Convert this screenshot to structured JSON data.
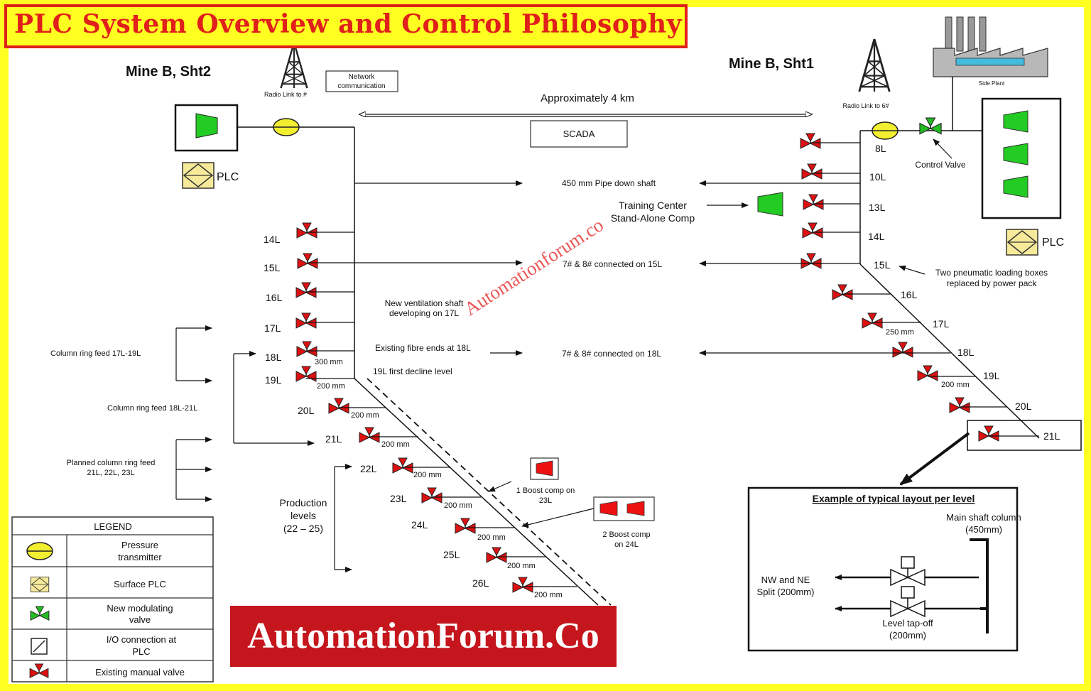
{
  "title": "PLC System Overview and Control Philosophy",
  "brand": "AutomationForum.Co",
  "watermark": "Automationforum.co",
  "colors": {
    "title_red": "#e0201a",
    "frame_yellow": "#ffff22",
    "brand_red": "#c4161c",
    "compressor_green": "#22cc22",
    "compressor_red": "#ee1111",
    "valve_red": "#dd1111",
    "modulating_valve_green": "#22bb22",
    "transmitter_yellow": "#f2ee30",
    "plc_yellow": "#f6ea9a"
  },
  "diagram": {
    "left": {
      "mine_label": "Mine B, Sht2",
      "radio_label": "Radio Link to #",
      "network_label": [
        "Network",
        "communication"
      ],
      "plc_label": "PLC",
      "levels": [
        "14L",
        "15L",
        "16L",
        "17L",
        "18L",
        "19L",
        "20L",
        "21L",
        "22L",
        "23L",
        "24L",
        "25L",
        "26L"
      ],
      "pipe_sizes": [
        "300 mm",
        "200 mm",
        "200 mm",
        "200 mm",
        "200 mm",
        "200 mm",
        "200 mm",
        "200 mm",
        "200 mm"
      ],
      "ring_feed_1": "Column ring feed 17L-19L",
      "ring_feed_2": "Column ring feed 18L-21L",
      "ring_feed_3": [
        "Planned column ring feed",
        "21L, 22L, 23L"
      ],
      "production_levels": [
        "Production",
        "levels",
        "(22 – 25)"
      ],
      "ventilation_note": [
        "New ventilation shaft",
        "developing on 17L"
      ],
      "fibre_note": "Existing fibre ends at 18L",
      "decline_note": "19L first decline level",
      "boost_1": [
        "1 Boost comp on",
        "23L"
      ],
      "boost_2": [
        "2 Boost comp",
        "on 24L"
      ]
    },
    "center": {
      "distance_label": "Approximately 4 km",
      "scada_label": "SCADA",
      "pipe_note": "450 mm Pipe down shaft",
      "training_center": [
        "Training Center",
        "Stand-Alone Comp"
      ],
      "link_15": "7# & 8# connected on 15L",
      "link_18": "7# & 8# connected on 18L"
    },
    "right": {
      "mine_label": "Mine B, Sht1",
      "radio_label": "Radio Link to 6#",
      "plant_label": "Side Plant",
      "control_valve_label": "Control Valve",
      "plc_label": "PLC",
      "levels": [
        "8L",
        "10L",
        "13L",
        "14L",
        "15L",
        "16L",
        "17L",
        "18L",
        "19L",
        "20L",
        "21L"
      ],
      "pipe_sizes": [
        "250 mm",
        "200 mm"
      ],
      "loading_note": [
        "Two pneumatic loading boxes",
        "replaced by power pack"
      ]
    },
    "example": {
      "title": "Example of typical layout per level",
      "main_column": [
        "Main shaft column",
        "(450mm)"
      ],
      "split": [
        "NW and NE",
        "Split (200mm)"
      ],
      "tap_off": [
        "Level tap-off",
        "(200mm)"
      ]
    },
    "legend": {
      "title": "LEGEND",
      "items": [
        {
          "icon": "pressure-transmitter-icon",
          "label": [
            "Pressure",
            "transmitter"
          ]
        },
        {
          "icon": "surface-plc-icon",
          "label": [
            "Surface PLC"
          ]
        },
        {
          "icon": "modulating-valve-icon",
          "label": [
            "New modulating",
            "valve"
          ]
        },
        {
          "icon": "io-connection-icon",
          "label": [
            "I/O connection at",
            "PLC"
          ]
        },
        {
          "icon": "manual-valve-icon",
          "label": [
            "Existing manual valve"
          ]
        }
      ]
    }
  }
}
